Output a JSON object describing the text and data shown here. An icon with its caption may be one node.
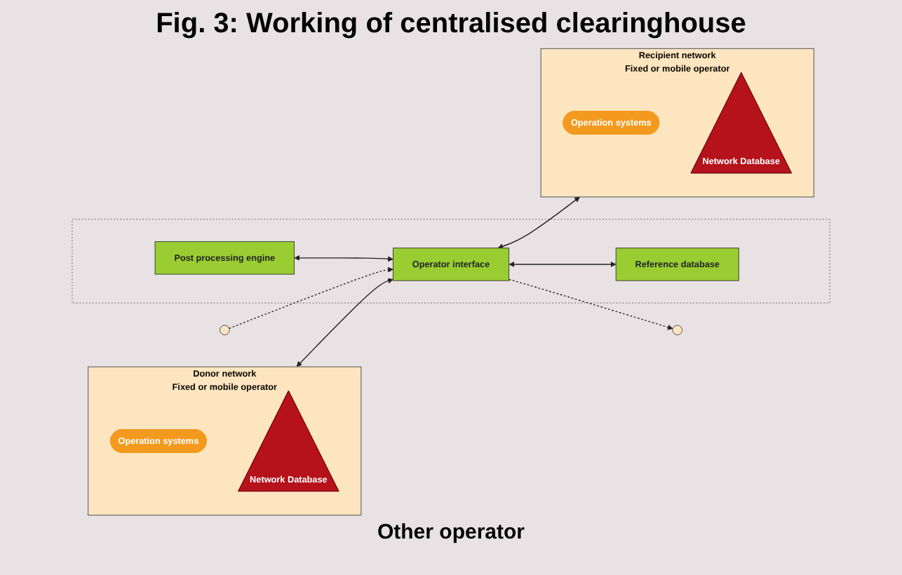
{
  "diagram": {
    "title": "Fig. 3: Working of centralised clearinghouse",
    "nodes": [
      {
        "text": [
          "Donor network"
        ],
        "beside": [
          "Fixed or mobile operator"
        ]
      },
      {
        "text": [
          "Operation systems"
        ],
        "in": 0
      },
      {
        "text": [
          "Network Database"
        ],
        "in": 0
      },
      {
        "text": [],
        "shape": "box"
      },
      {
        "text": [
          "Post processing engine"
        ],
        "in": 3
      },
      {
        "text": [
          "Operator interface"
        ],
        "in": 3
      },
      {
        "text": [
          "Reference database"
        ],
        "in": 3
      },
      {
        "text": [
          "Recipient network"
        ],
        "beside": [
          "Fixed or mobile operator"
        ]
      },
      {
        "text": [
          "Operation systems"
        ],
        "in": 7
      },
      {
        "text": [
          "Network Database"
        ],
        "in": 7
      },
      {
        "text": [],
        "shape": "circle"
      },
      {
        "text": [],
        "shape": "circle"
      }
    ],
    "edges": [
      {
        "from": 0,
        "to": 5,
        "arrow": "both"
      },
      {
        "from": 4,
        "to": 5,
        "arrow": "both"
      },
      {
        "from": 5,
        "to": 7,
        "arrow": "both"
      },
      {
        "from": 5,
        "to": 6,
        "arrow": "both"
      },
      {
        "from": 10,
        "to": 5,
        "arrow": "to",
        "style": "dashed"
      },
      {
        "from": 5,
        "to": 11,
        "arrow": "to",
        "style": "dashed"
      }
    ],
    "labels": [
      "Other operator"
    ]
  }
}
